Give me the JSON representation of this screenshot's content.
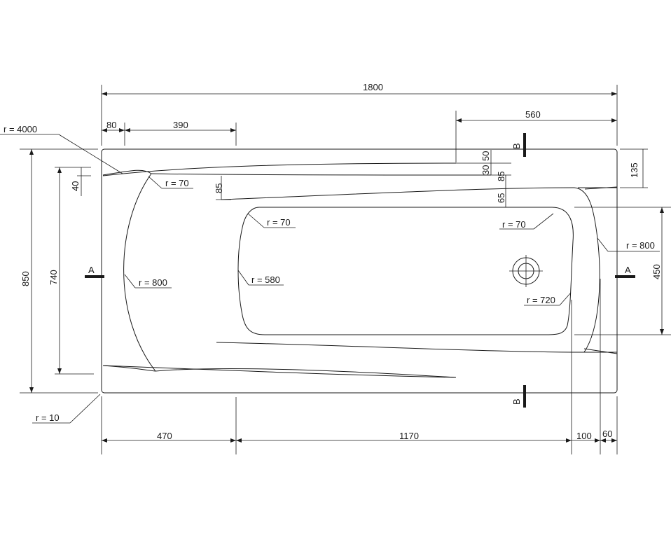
{
  "dimensions": {
    "overall_length": "1800",
    "left_offset_80": "80",
    "left_offset_390": "390",
    "right_segment_560": "560",
    "overall_width": "850",
    "inner_width_740": "740",
    "top_offset_40": "40",
    "right_rim_135": "135",
    "stack_30": "30",
    "stack_50": "50",
    "stack_85_top": "85",
    "stack_65": "65",
    "left_step_85": "85",
    "basin_width_450": "450",
    "bottom_470": "470",
    "bottom_1170": "1170",
    "bottom_100": "100",
    "bottom_60": "60"
  },
  "radii": {
    "r4000": "r = 4000",
    "r70_head": "r = 70",
    "r70_basin_left": "r = 70",
    "r70_basin_right": "r = 70",
    "r800_left": "r = 800",
    "r580": "r = 580",
    "r800_right": "r = 800",
    "r720": "r = 720",
    "r10": "r = 10"
  },
  "sections": {
    "a_left": "A",
    "a_right": "A",
    "b_top": "B",
    "b_bottom": "B"
  }
}
